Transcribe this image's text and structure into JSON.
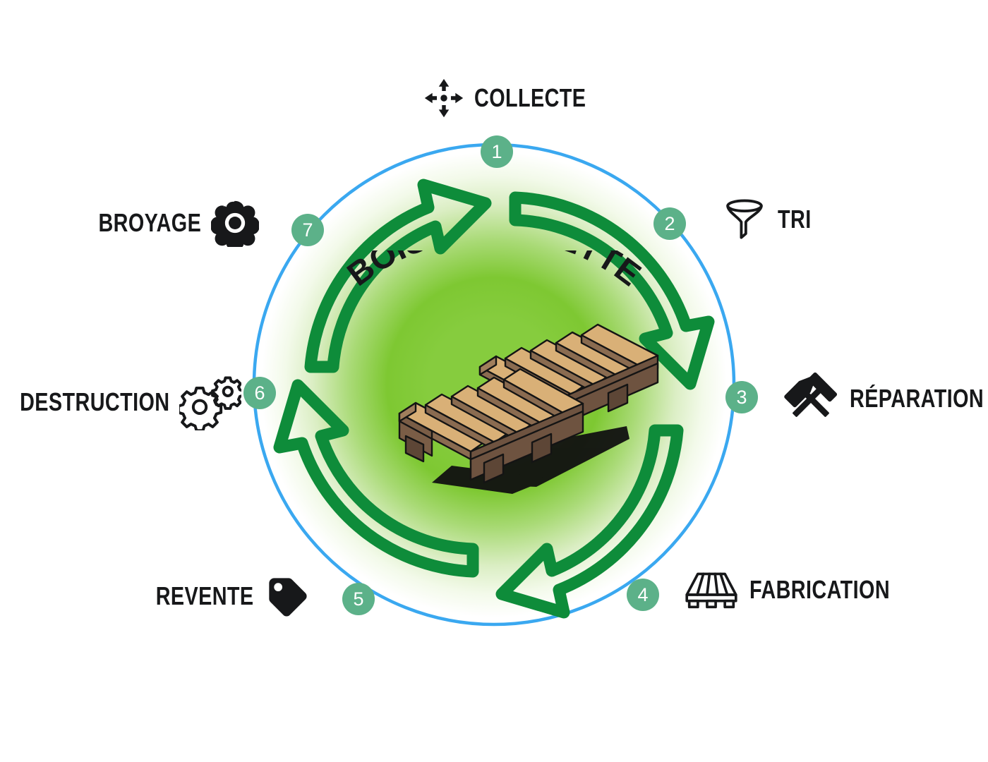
{
  "diagram": {
    "title": "BOIS DE PALETTE",
    "center_image_name": "wooden-pallets-illustration",
    "colors": {
      "ring_blue": "#3aa8f0",
      "arrow_green": "#0e8c3a",
      "badge_green": "#5cb189",
      "glow_green": "#7dc832",
      "label_black": "#17181a",
      "wood_light": "#d9b077",
      "wood_dark": "#6e5340",
      "background": "#ffffff"
    }
  },
  "steps": [
    {
      "number": "1",
      "label": "COLLECTE",
      "icon": "collect-arrows-icon"
    },
    {
      "number": "2",
      "label": "TRI",
      "icon": "funnel-icon"
    },
    {
      "number": "3",
      "label": "RÉPARATION",
      "icon": "crossed-hammers-icon"
    },
    {
      "number": "4",
      "label": "FABRICATION",
      "icon": "pallet-icon"
    },
    {
      "number": "5",
      "label": "REVENTE",
      "icon": "price-tag-icon"
    },
    {
      "number": "6",
      "label": "DESTRUCTION",
      "icon": "gears-icon"
    },
    {
      "number": "7",
      "label": "BROYAGE",
      "icon": "saw-blade-icon"
    }
  ]
}
